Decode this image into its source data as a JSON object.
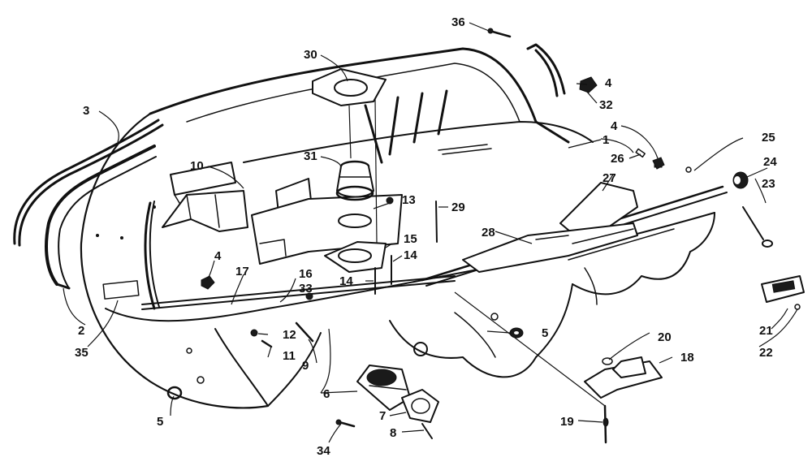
{
  "callouts": [
    {
      "id": "1",
      "text": "1"
    },
    {
      "id": "2",
      "text": "2"
    },
    {
      "id": "3",
      "text": "3"
    },
    {
      "id": "4a",
      "text": "4"
    },
    {
      "id": "4b",
      "text": "4"
    },
    {
      "id": "4c",
      "text": "4"
    },
    {
      "id": "5a",
      "text": "5"
    },
    {
      "id": "5b",
      "text": "5"
    },
    {
      "id": "6",
      "text": "6"
    },
    {
      "id": "7",
      "text": "7"
    },
    {
      "id": "8",
      "text": "8"
    },
    {
      "id": "9",
      "text": "9"
    },
    {
      "id": "10",
      "text": "10"
    },
    {
      "id": "11",
      "text": "11"
    },
    {
      "id": "12",
      "text": "12"
    },
    {
      "id": "13",
      "text": "13"
    },
    {
      "id": "14a",
      "text": "14"
    },
    {
      "id": "14b",
      "text": "14"
    },
    {
      "id": "15",
      "text": "15"
    },
    {
      "id": "16",
      "text": "16"
    },
    {
      "id": "17",
      "text": "17"
    },
    {
      "id": "18",
      "text": "18"
    },
    {
      "id": "19",
      "text": "19"
    },
    {
      "id": "20",
      "text": "20"
    },
    {
      "id": "21",
      "text": "21"
    },
    {
      "id": "22",
      "text": "22"
    },
    {
      "id": "23",
      "text": "23"
    },
    {
      "id": "24",
      "text": "24"
    },
    {
      "id": "25",
      "text": "25"
    },
    {
      "id": "26",
      "text": "26"
    },
    {
      "id": "27",
      "text": "27"
    },
    {
      "id": "28",
      "text": "28"
    },
    {
      "id": "29",
      "text": "29"
    },
    {
      "id": "30",
      "text": "30"
    },
    {
      "id": "31",
      "text": "31"
    },
    {
      "id": "32",
      "text": "32"
    },
    {
      "id": "33",
      "text": "33"
    },
    {
      "id": "34",
      "text": "34"
    },
    {
      "id": "35",
      "text": "35"
    },
    {
      "id": "36",
      "text": "36"
    }
  ]
}
